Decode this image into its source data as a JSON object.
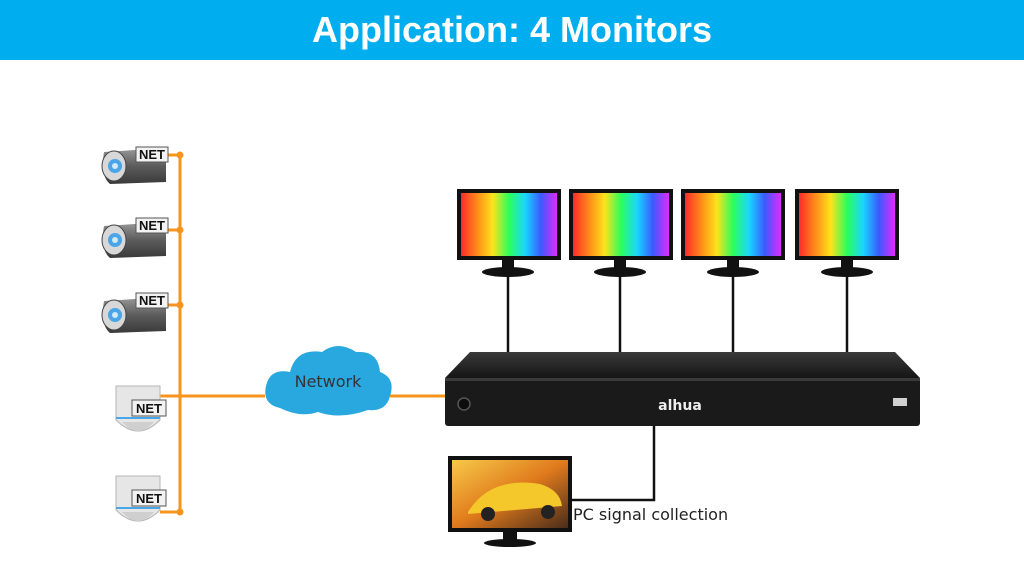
{
  "header": {
    "title": "Application: 4 Monitors"
  },
  "cameras": [
    {
      "type": "bullet",
      "label": "NET"
    },
    {
      "type": "bullet",
      "label": "NET"
    },
    {
      "type": "bullet",
      "label": "NET"
    },
    {
      "type": "dome",
      "label": "NET"
    },
    {
      "type": "dome",
      "label": "NET"
    }
  ],
  "network": {
    "label": "Network"
  },
  "recorder": {
    "brand": "alhua"
  },
  "pc": {
    "label": "PC signal collection"
  },
  "monitor_count": 4,
  "colors": {
    "header": "#00aeef",
    "wire": "#f7941d",
    "cloud": "#29a8e0",
    "device": "#1a1a1a"
  }
}
